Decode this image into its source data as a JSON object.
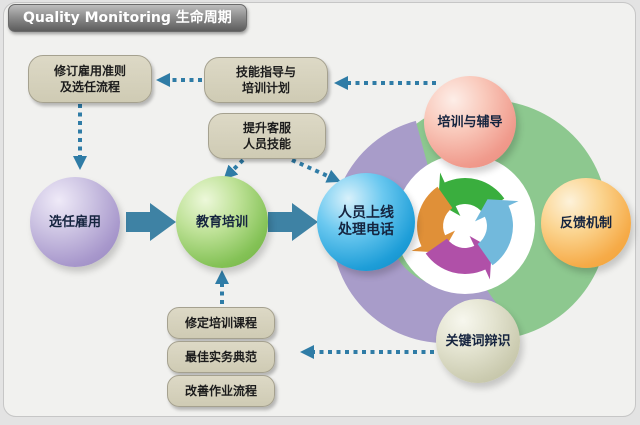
{
  "title": "Quality Monitoring 生命周期",
  "boxes": {
    "revise_hiring": {
      "line1": "修订雇用准则",
      "line2": "及选任流程"
    },
    "skill_coaching": {
      "line1": "技能指导与",
      "line2": "培训计划"
    },
    "improve_skills": {
      "line1": "提升客服",
      "line2": "人员技能"
    },
    "revise_courses": {
      "label": "修定培训课程"
    },
    "best_practices": {
      "label": "最佳实务典范"
    },
    "improve_process": {
      "label": "改善作业流程"
    }
  },
  "spheres": {
    "selection": {
      "label": "选任雇用",
      "color": "#a898cc"
    },
    "training": {
      "label": "教育培训",
      "color": "#84c256"
    },
    "online": {
      "line1": "人员上线",
      "line2": "处理电话",
      "color": "#1e9ed8"
    },
    "coaching": {
      "label": "培训与辅导",
      "color": "#f09a8c"
    },
    "feedback": {
      "label": "反馈机制",
      "color": "#f6ab48"
    },
    "keyword": {
      "label": "关键词辩识",
      "color": "#cbcbb0"
    }
  },
  "cycle_colors": {
    "top": "#3aae3e",
    "left": "#e09038",
    "bottom": "#b050a8",
    "right": "#72b9dc"
  },
  "background_colors": {
    "green_circle": "#8dc88f",
    "purple_ring": "#a89cc9",
    "flow_arrow": "#3e82a4",
    "dotted_arrow": "#2f7ca6"
  }
}
